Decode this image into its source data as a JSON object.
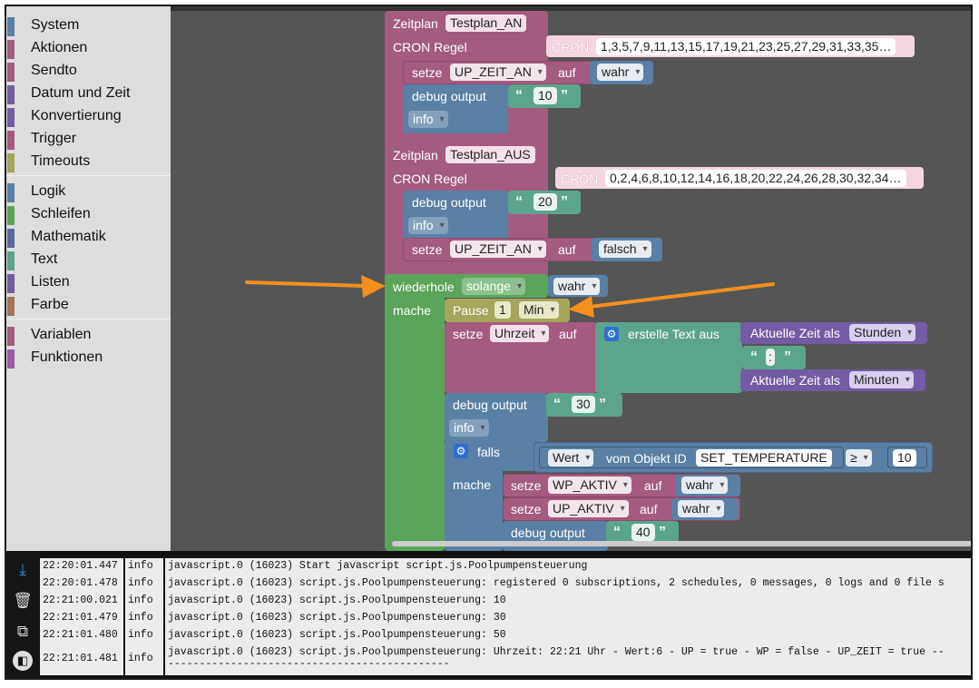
{
  "toolbox": {
    "items": [
      {
        "label": "System",
        "color": "#5b80a5"
      },
      {
        "label": "Aktionen",
        "color": "#a55b80"
      },
      {
        "label": "Sendto",
        "color": "#a55b80"
      },
      {
        "label": "Datum und Zeit",
        "color": "#745ba5"
      },
      {
        "label": "Konvertierung",
        "color": "#745ba5"
      },
      {
        "label": "Trigger",
        "color": "#a55b80"
      },
      {
        "label": "Timeouts",
        "color": "#a5a55b"
      },
      {
        "label": "Logik",
        "color": "#5b80a5"
      },
      {
        "label": "Schleifen",
        "color": "#5ba55b"
      },
      {
        "label": "Mathematik",
        "color": "#5b67a5"
      },
      {
        "label": "Text",
        "color": "#5ba58c"
      },
      {
        "label": "Listen",
        "color": "#745ba5"
      },
      {
        "label": "Farbe",
        "color": "#a5745b"
      },
      {
        "label": "Variablen",
        "color": "#a55b80"
      },
      {
        "label": "Funktionen",
        "color": "#995ba5"
      }
    ]
  },
  "blocks": {
    "schedule1": {
      "label": "Zeitplan",
      "name": "Testplan_AN",
      "cron_label": "CRON Regel",
      "cron_keyword": "CRON",
      "cron_value": "1,3,5,7,9,11,13,15,17,19,21,23,25,27,29,31,33,35…",
      "set_label": "setze",
      "set_var": "UP_ZEIT_AN",
      "to_label": "auf",
      "set_value": "wahr",
      "debug_label": "debug output",
      "debug_value": "10",
      "debug_level": "info"
    },
    "schedule2": {
      "label": "Zeitplan",
      "name": "Testplan_AUS",
      "cron_label": "CRON Regel",
      "cron_keyword": "CRON",
      "cron_value": "0,2,4,6,8,10,12,14,16,18,20,22,24,26,28,30,32,34…",
      "debug_label": "debug output",
      "debug_value": "20",
      "debug_level": "info",
      "set_label": "setze",
      "set_var": "UP_ZEIT_AN",
      "to_label": "auf",
      "set_value": "falsch"
    },
    "loop": {
      "repeat_label": "wiederhole",
      "repeat_mode": "solange",
      "repeat_value": "wahr",
      "do_label": "mache",
      "pause_label": "Pause",
      "pause_value": "1",
      "pause_unit": "Min",
      "set_label": "setze",
      "set_var": "Uhrzeit",
      "to_label": "auf",
      "create_text_label": "erstelle Text aus",
      "time_label_1": "Aktuelle Zeit als",
      "time_unit_1": "Stunden",
      "separator": ":",
      "time_label_2": "Aktuelle Zeit als",
      "time_unit_2": "Minuten",
      "debug_label": "debug output",
      "debug_value": "30",
      "debug_level": "info",
      "if_label": "falls",
      "value_label": "Wert",
      "object_label": "vom Objekt ID",
      "object_id": "SET_TEMPERATURE",
      "operator": "≥",
      "compare_value": "10",
      "then_label": "mache",
      "set1_label": "setze",
      "set1_var": "WP_AKTIV",
      "set1_to": "auf",
      "set1_value": "wahr",
      "set2_label": "setze",
      "set2_var": "UP_AKTIV",
      "set2_to": "auf",
      "set2_value": "wahr",
      "debug2_label": "debug output",
      "debug2_value": "40"
    }
  },
  "log": {
    "rows": [
      {
        "time": "22:20:01.447",
        "level": "info",
        "message": "javascript.0 (16023) Start javascript script.js.Poolpumpensteuerung"
      },
      {
        "time": "22:20:01.478",
        "level": "info",
        "message": "javascript.0 (16023) script.js.Poolpumpensteuerung: registered 0 subscriptions, 2 schedules, 0 messages, 0 logs and 0 file s"
      },
      {
        "time": "22:21:00.021",
        "level": "info",
        "message": "javascript.0 (16023) script.js.Poolpumpensteuerung: 10"
      },
      {
        "time": "22:21:01.479",
        "level": "info",
        "message": "javascript.0 (16023) script.js.Poolpumpensteuerung: 30"
      },
      {
        "time": "22:21:01.480",
        "level": "info",
        "message": "javascript.0 (16023) script.js.Poolpumpensteuerung: 50"
      },
      {
        "time": "22:21:01.481",
        "level": "info",
        "message": "javascript.0 (16023) script.js.Poolpumpensteuerung: Uhrzeit: 22:21 Uhr - Wert:6 - UP = true - WP = false - UP_ZEIT = true --",
        "message_line2": "---------------------------------------------"
      }
    ]
  },
  "colors": {
    "accent_arrow": "#f5901e",
    "log_download_icon": "#3a8fd9"
  }
}
